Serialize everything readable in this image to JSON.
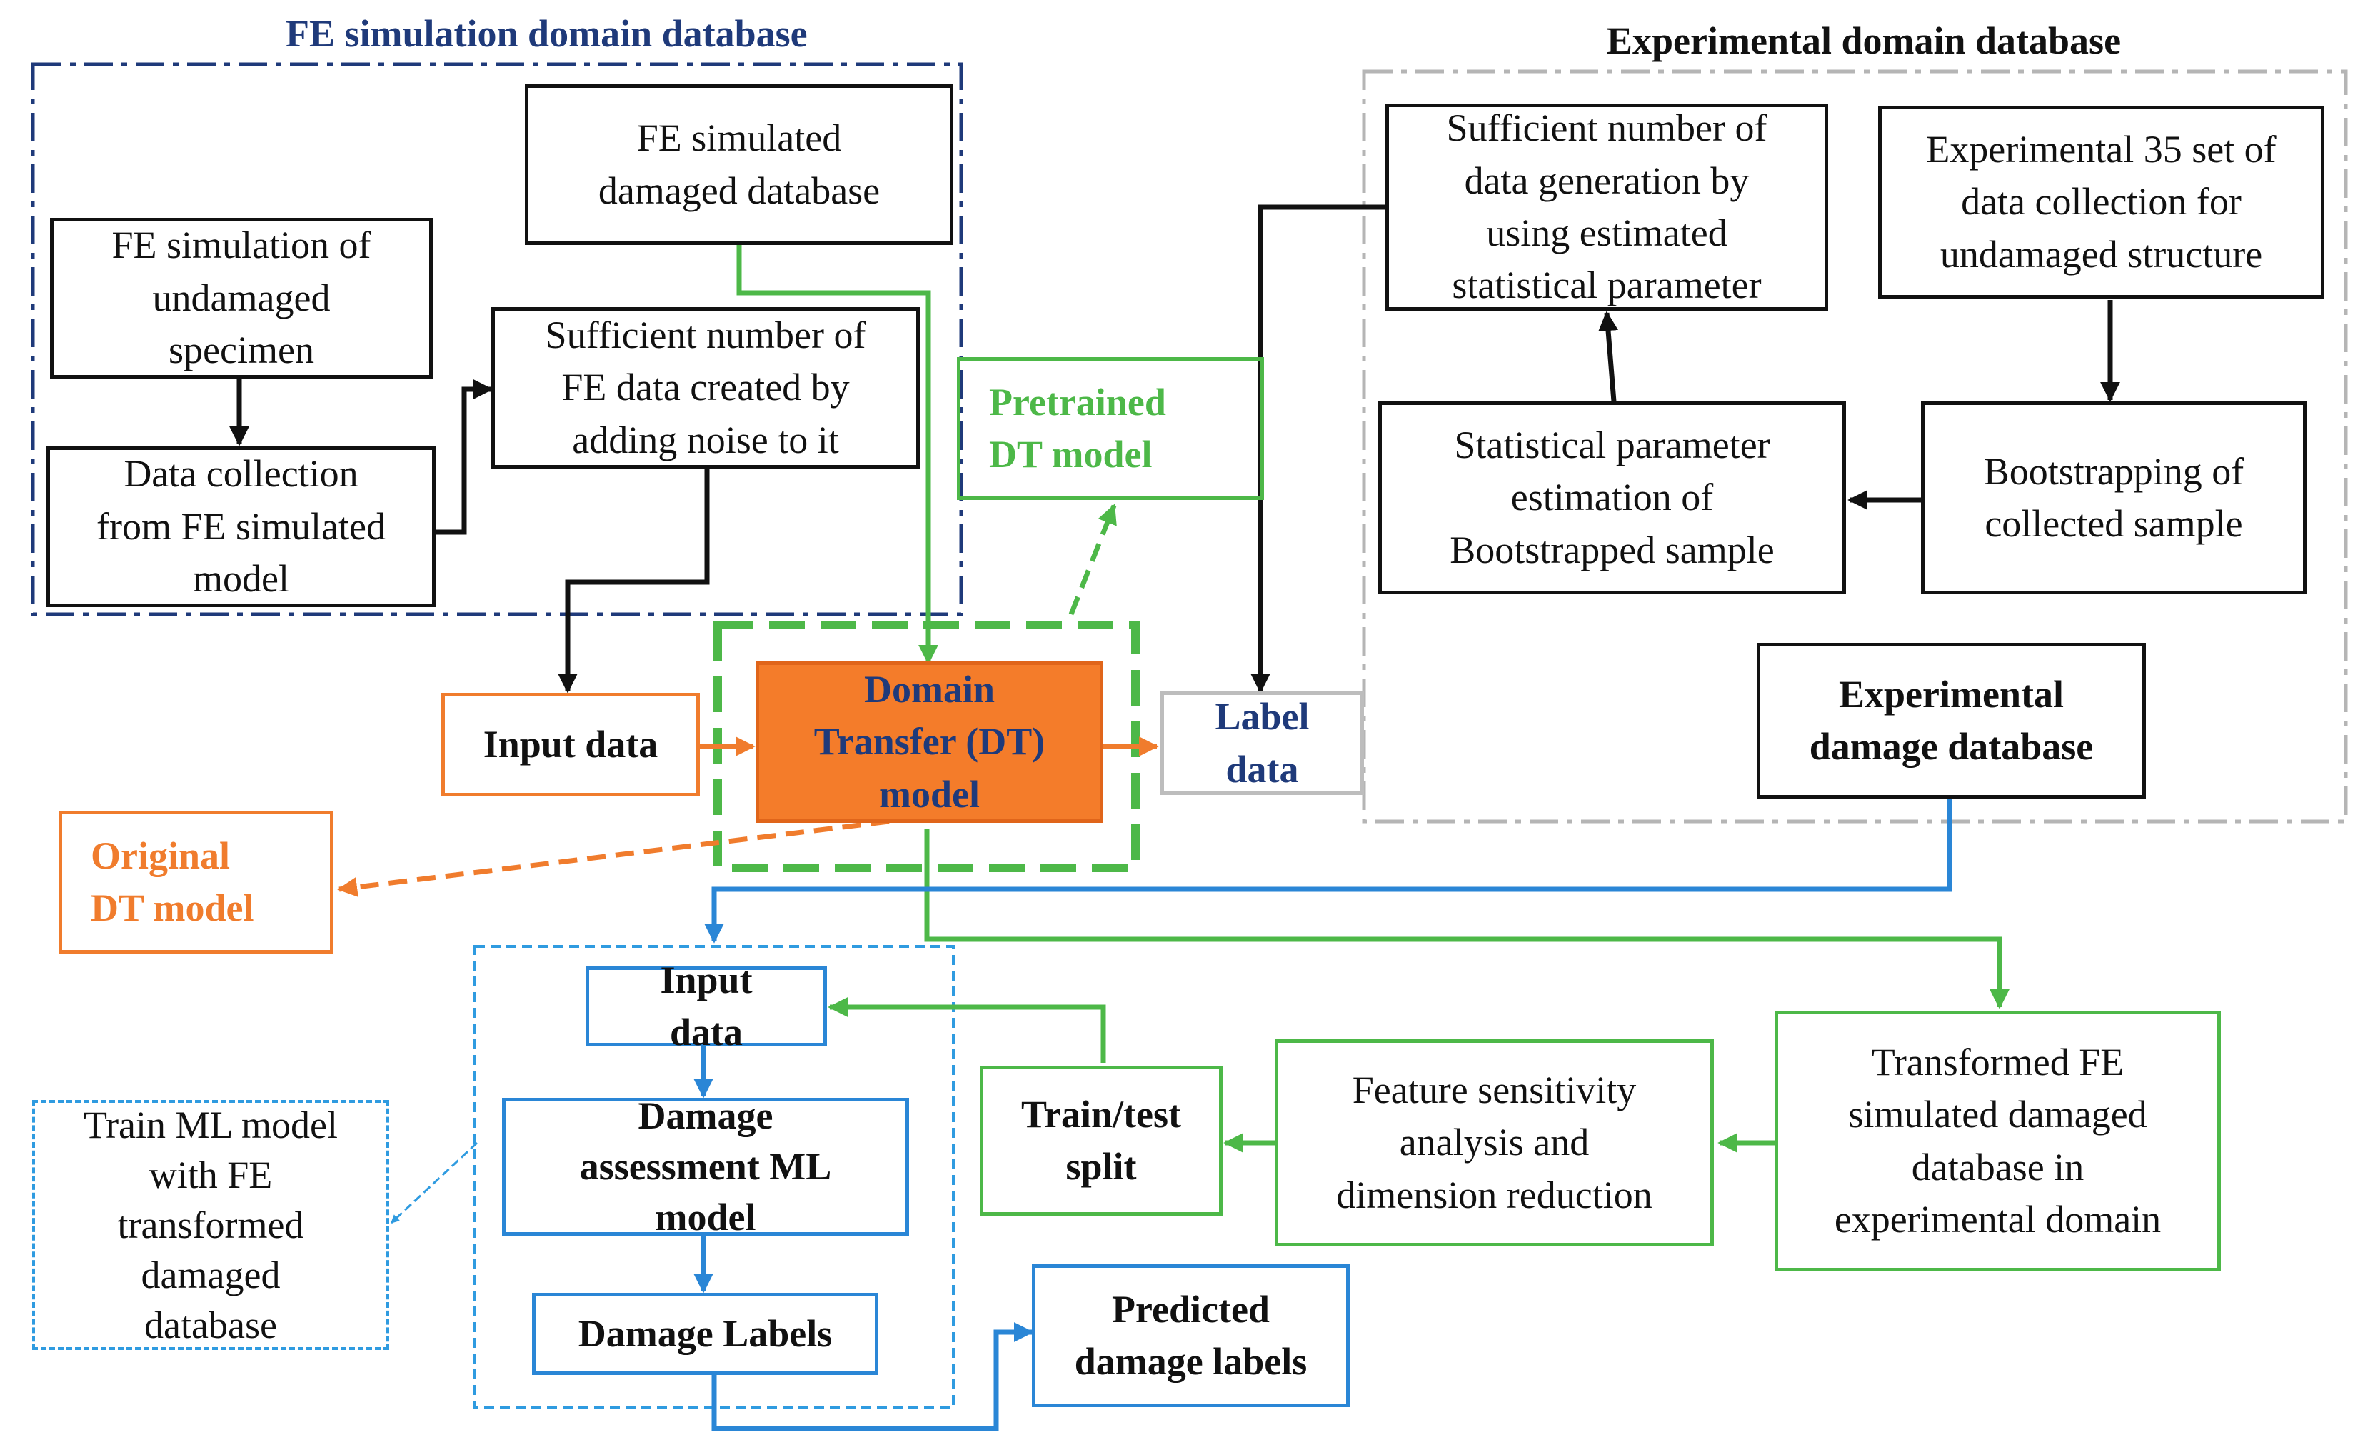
{
  "groups": {
    "fe_title": "FE simulation domain database",
    "exp_title": "Experimental domain database"
  },
  "nodes": {
    "fe_damaged_db": "FE simulated\ndamaged database",
    "fe_sim_undamaged": "FE simulation of\nundamaged\nspecimen",
    "data_collection_fe": "Data collection\nfrom FE simulated\nmodel",
    "sufficient_fe": "Sufficient number of\nFE data created by\nadding noise to it",
    "pretrained_dt": "Pretrained\nDT model",
    "input_data": "Input data",
    "dt_model": "Domain\nTransfer (DT)\nmodel",
    "label_data": "Label\ndata",
    "original_dt": "Original\nDT model",
    "sufficient_exp": "Sufficient number of\ndata generation by\nusing estimated\nstatistical parameter",
    "exp_35_set": "Experimental 35 set of\ndata collection for\nundamaged structure",
    "stat_param": "Statistical parameter\nestimation of\nBootstrapped sample",
    "bootstrap": "Bootstrapping of\ncollected sample",
    "exp_damage_db": "Experimental\ndamage database",
    "ml_input_data": "Input\ndata",
    "damage_ml": "Damage\nassessment ML\nmodel",
    "damage_labels": "Damage Labels",
    "train_ml": "Train ML model\nwith FE\ntransformed\ndamaged\ndatabase",
    "train_test": "Train/test\nsplit",
    "feature_sens": "Feature sensitivity\nanalysis and\ndimension reduction",
    "transformed_fe": "Transformed FE\nsimulated damaged\ndatabase in\nexperimental domain",
    "predicted_labels": "Predicted\ndamage labels"
  },
  "colors": {
    "black": "#111111",
    "green": "#4db848",
    "orange": "#f07c2d",
    "orange_fill": "#f47c2a",
    "blue": "#2a86d6",
    "light_blue": "#2f9be0",
    "navy": "#1f3a7a",
    "gray": "#bdbdbd"
  }
}
